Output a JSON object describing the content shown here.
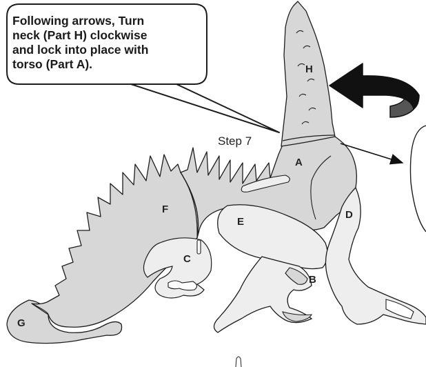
{
  "instruction": "Following arrows, Turn\nneck (Part H) clockwise\nand lock into place with\ntorso (Part A).",
  "step": "Step 7",
  "parts": {
    "a": "A",
    "b": "B",
    "c": "C",
    "d": "D",
    "e": "E",
    "f": "F",
    "g": "G",
    "h": "H"
  },
  "icons": {
    "rotation": "curved-rotation-arrow-icon",
    "pointer": "pointer-arrow-icon"
  },
  "colors": {
    "part_fill": "#d7d7d7",
    "part_fill_light": "#eeeeee",
    "outline": "#1c1c1c",
    "arrow": "#111111",
    "arrow_shade": "#555555"
  }
}
